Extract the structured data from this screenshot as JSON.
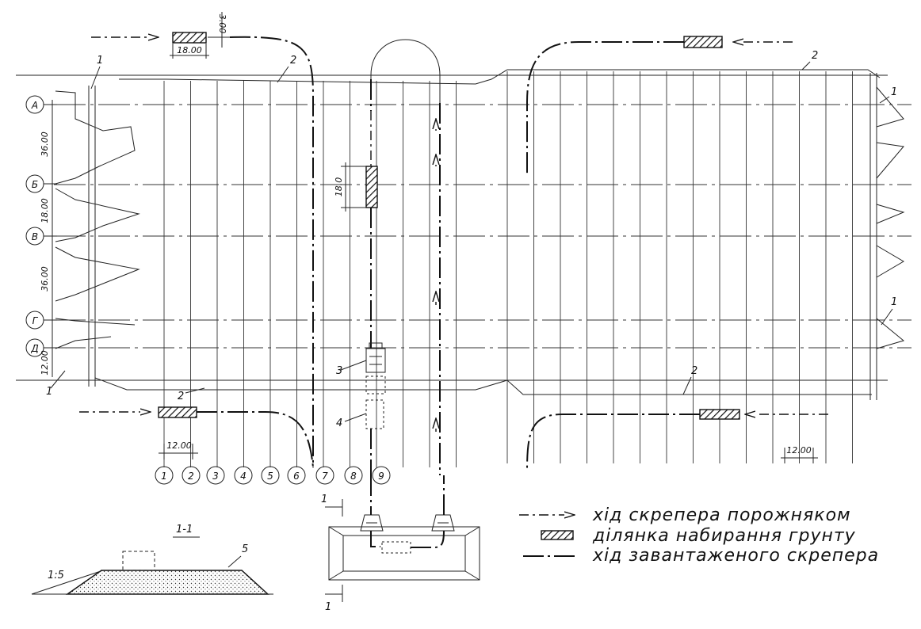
{
  "axes_letters": [
    "А",
    "Б",
    "В",
    "Г",
    "Д"
  ],
  "axes_numbers": [
    "1",
    "2",
    "3",
    "4",
    "5",
    "6",
    "7",
    "8",
    "9"
  ],
  "dimensions": {
    "top_width": "18.00",
    "top_gap": "3.00",
    "ab": "36.00",
    "bv": "18.00",
    "vg": "36.00",
    "gd": "12.00",
    "mid": "18.0",
    "step_left": "12.00",
    "step_right": "12.00"
  },
  "callouts": {
    "n1a": "1",
    "n1b": "1",
    "n1c": "1",
    "n1d": "1",
    "n2a": "2",
    "n2b": "2",
    "n2c": "2",
    "n2d": "2",
    "n3": "3",
    "n4": "4",
    "n5": "5"
  },
  "section": {
    "title": "1-1",
    "slope": "1:5",
    "mark_top": "1",
    "mark_bottom": "1"
  },
  "legend": {
    "empty_run": "хід скрепера порожняком",
    "loading_area": "ділянка набирання грунту",
    "loaded_run": "хід завантаженого скрепера"
  },
  "colors": {
    "ink": "#111111",
    "paper": "#ffffff"
  }
}
